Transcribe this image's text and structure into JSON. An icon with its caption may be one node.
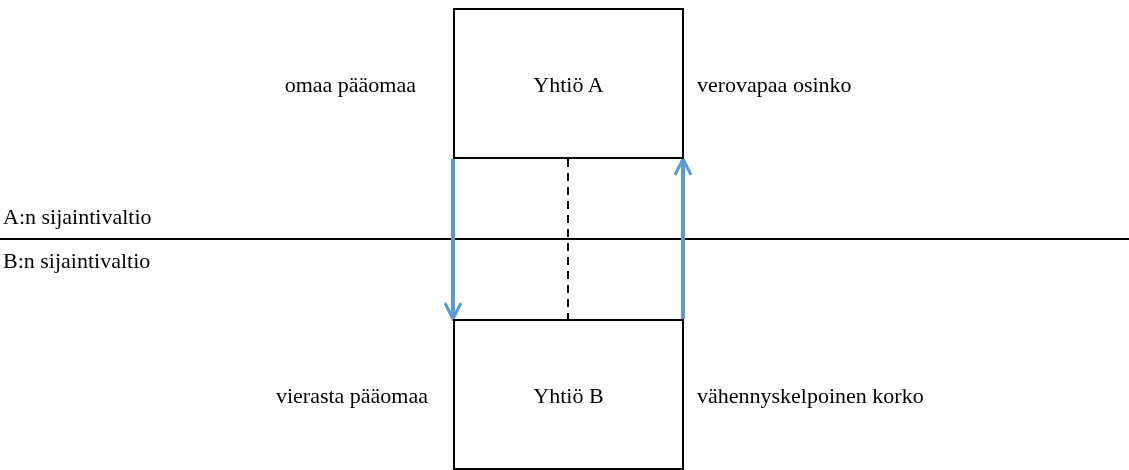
{
  "diagram": {
    "nodes": [
      {
        "text": [
          "Yhtiö A"
        ],
        "beside": [
          "omaa pääomaa",
          "verovapaa osinko"
        ]
      },
      {
        "text": [
          "Yhtiö B"
        ],
        "beside": [
          "vierasta pääomaa",
          "vähennyskelpoinen korko"
        ]
      }
    ],
    "edges": [
      {
        "from": 0,
        "to": 1,
        "arrow": "to"
      },
      {
        "from": 1,
        "to": 0,
        "arrow": "to"
      },
      {
        "from": 0,
        "to": 1,
        "arrow": "none",
        "style": "dashed",
        "color": "#000000"
      }
    ],
    "labels": [
      "A:n sijaintivaltio",
      "B:n sijaintivaltio"
    ]
  }
}
